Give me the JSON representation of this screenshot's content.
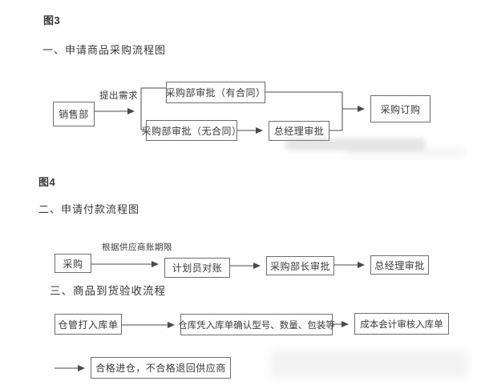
{
  "colors": {
    "line": "#4a4a4a",
    "box_border": "#6e6e6e",
    "text": "#3a3a3a",
    "background": "#fefefe"
  },
  "figure3": {
    "caption": "图3",
    "heading": "一、申请商品采购流程图",
    "nodes": {
      "sales_dept": "销售部",
      "approval_with_contract": "采购部审批（有合同）",
      "approval_without_contract": "采购部审批（无合同）",
      "gm_approval": "总经理审批",
      "purchase_order": "采购订购"
    },
    "edge_labels": {
      "raise_demand": "提出需求"
    }
  },
  "figure4": {
    "caption": "图4",
    "heading": "二、申请付款流程图",
    "nodes": {
      "purchasing": "采购",
      "planner_reconciliation": "计划员对账",
      "purchasing_dept_head_approval": "采购部长审批",
      "gm_approval": "总经理审批"
    },
    "edge_labels": {
      "per_supplier_terms": "根据供应商账期限"
    }
  },
  "section3": {
    "heading": "三、商品到货验收流程",
    "nodes": {
      "warehouse_creates_receipt": "仓管打入库单",
      "warehouse_confirms_goods": "仓库凭入库单确认型号、数量、包装等",
      "cost_accounting_review": "成本会计审核入库单",
      "acceptance_result": "合格进仓，不合格退回供应商"
    }
  }
}
